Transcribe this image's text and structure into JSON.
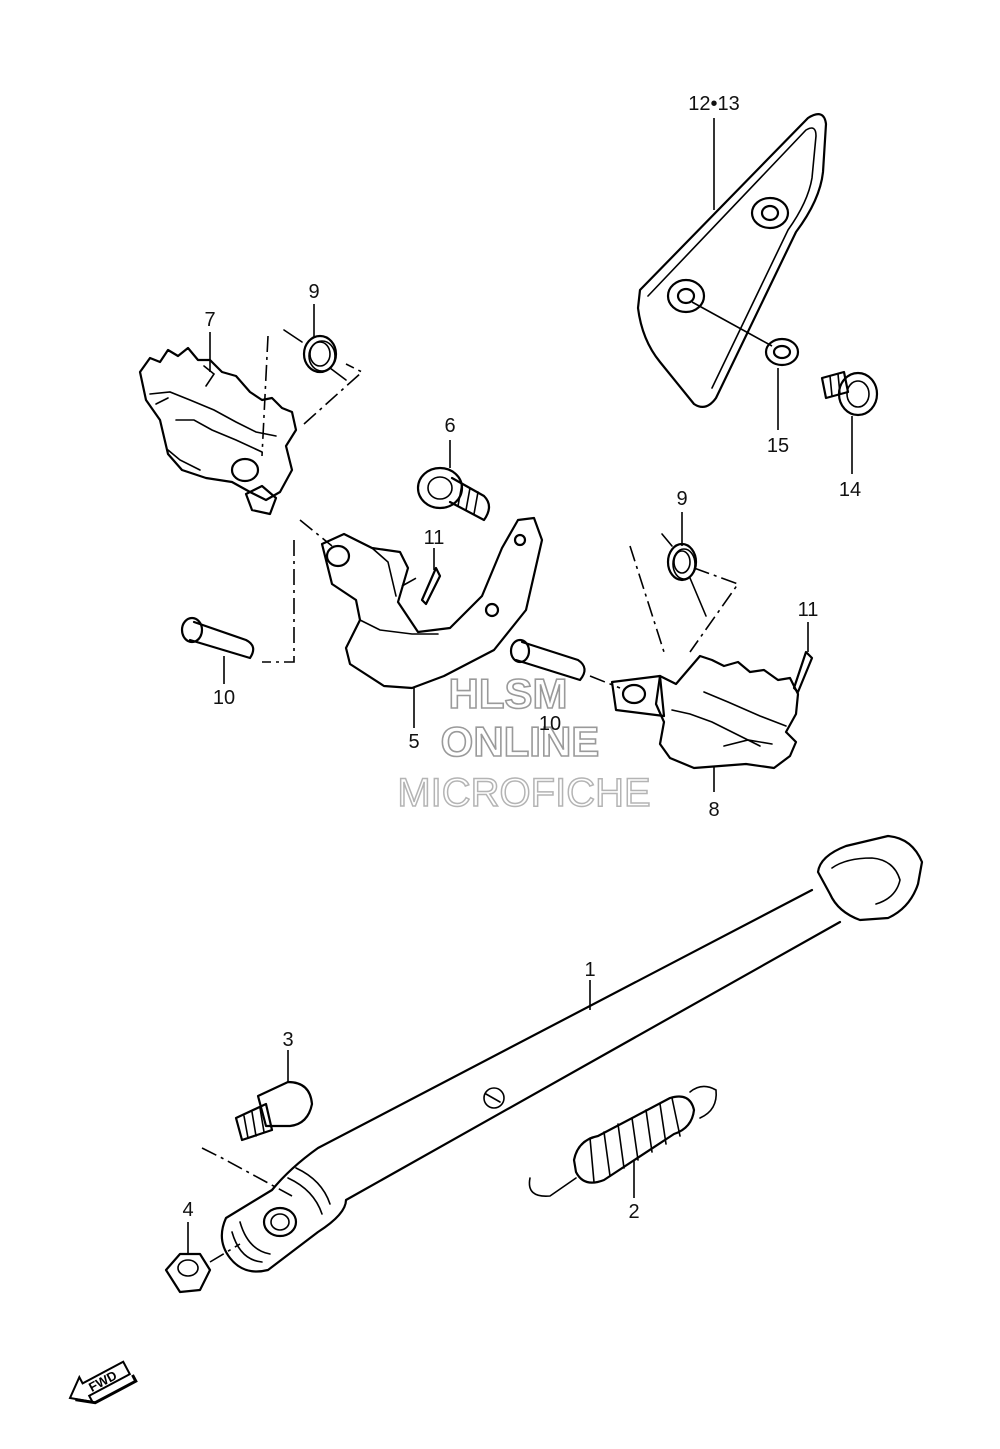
{
  "callouts": {
    "c1": "1",
    "c2": "2",
    "c3": "3",
    "c4": "4",
    "c5": "5",
    "c6": "6",
    "c7": "7",
    "c8": "8",
    "c9a": "9",
    "c9b": "9",
    "c10a": "10",
    "c10b": "10",
    "c11a": "11",
    "c11b": "11",
    "c1213": "12•13",
    "c14": "14",
    "c15": "15"
  },
  "watermark": {
    "line1": "HLSM",
    "line2": "ONLINE",
    "line3": "MICROFICHE"
  },
  "direction": {
    "label": "FWD",
    "icon": "fwd-arrow-icon"
  }
}
